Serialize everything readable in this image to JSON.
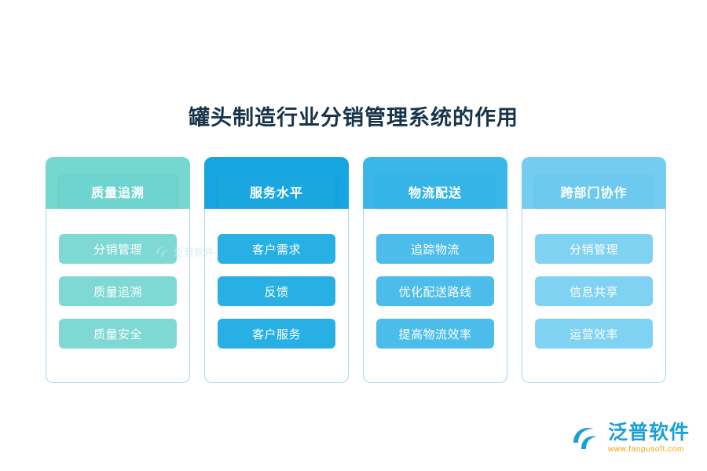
{
  "title": "罐头制造行业分销管理系统的作用",
  "columns": [
    {
      "header": "质量追溯",
      "header_color": "#6ed4cf",
      "top_color": "#74d7d0",
      "item_color": "#7ed8d3",
      "items": [
        "分销管理",
        "质量追溯",
        "质量安全"
      ]
    },
    {
      "header": "服务水平",
      "header_color": "#1aa7e0",
      "top_color": "#16a5e0",
      "item_color": "#28b0e4",
      "items": [
        "客户需求",
        "反馈",
        "客户服务"
      ]
    },
    {
      "header": "物流配送",
      "header_color": "#35b4e8",
      "top_color": "#3ab6e9",
      "item_color": "#4cbdea",
      "items": [
        "追踪物流",
        "优化配送路线",
        "提高物流效率"
      ]
    },
    {
      "header": "跨部门协作",
      "header_color": "#6ec9ef",
      "top_color": "#74cdf1",
      "item_color": "#7fd2f2",
      "items": [
        "分销管理",
        "信息共享",
        "运营效率"
      ]
    }
  ],
  "watermark": {
    "text": "泛普软件"
  },
  "logo": {
    "name": "泛普软件",
    "url": "www.fanpusoft.com"
  }
}
